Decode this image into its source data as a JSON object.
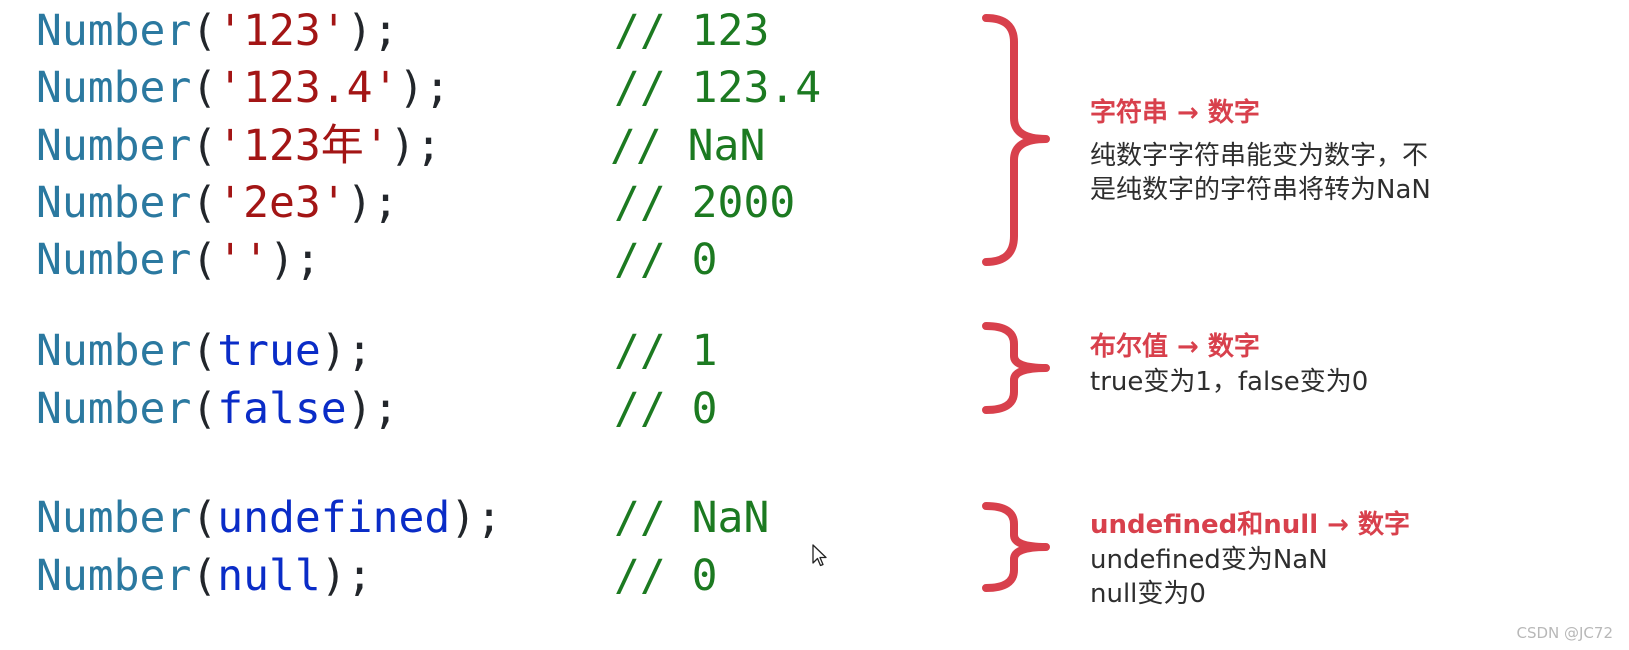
{
  "code": [
    {
      "fn": "Number",
      "open": "(",
      "arg": "'123'",
      "arg_type": "str",
      "close": ");",
      "comment": "// 123"
    },
    {
      "fn": "Number",
      "open": "(",
      "arg": "'123.4'",
      "arg_type": "str",
      "close": ");",
      "comment": "// 123.4"
    },
    {
      "fn": "Number",
      "open": "(",
      "arg": "'123年'",
      "arg_type": "str",
      "close": ");",
      "comment": "// NaN"
    },
    {
      "fn": "Number",
      "open": "(",
      "arg": "'2e3'",
      "arg_type": "str",
      "close": ");",
      "comment": "// 2000"
    },
    {
      "fn": "Number",
      "open": "(",
      "arg": "''",
      "arg_type": "str",
      "close": ");",
      "comment": "// 0"
    },
    {
      "fn": "Number",
      "open": "(",
      "arg": "true",
      "arg_type": "kw",
      "close": ");",
      "comment": "// 1"
    },
    {
      "fn": "Number",
      "open": "(",
      "arg": "false",
      "arg_type": "kw",
      "close": ");",
      "comment": "// 0"
    },
    {
      "fn": "Number",
      "open": "(",
      "arg": "undefined",
      "arg_type": "kw",
      "close": ");",
      "comment": "// NaN"
    },
    {
      "fn": "Number",
      "open": "(",
      "arg": "null",
      "arg_type": "kw",
      "close": ");",
      "comment": "// 0"
    }
  ],
  "notes": {
    "string": {
      "title": "字符串 → 数字",
      "body_line1": "纯数字字符串能变为数字，不",
      "body_line2": "是纯数字的字符串将转为NaN"
    },
    "boolean": {
      "title": "布尔值 → 数字",
      "body_line1": "true变为1，false变为0"
    },
    "nullish": {
      "title": "undefined和null → 数字",
      "body_line1": "undefined变为NaN",
      "body_line2": "null变为0"
    }
  },
  "watermark": "CSDN @JC72",
  "colors": {
    "function": "#2b79a0",
    "string": "#a31515",
    "keyword": "#0a2cc7",
    "comment": "#1c7a21",
    "brace": "#d8404c",
    "note_title": "#d8404c",
    "note_body": "#2e2e2e"
  }
}
